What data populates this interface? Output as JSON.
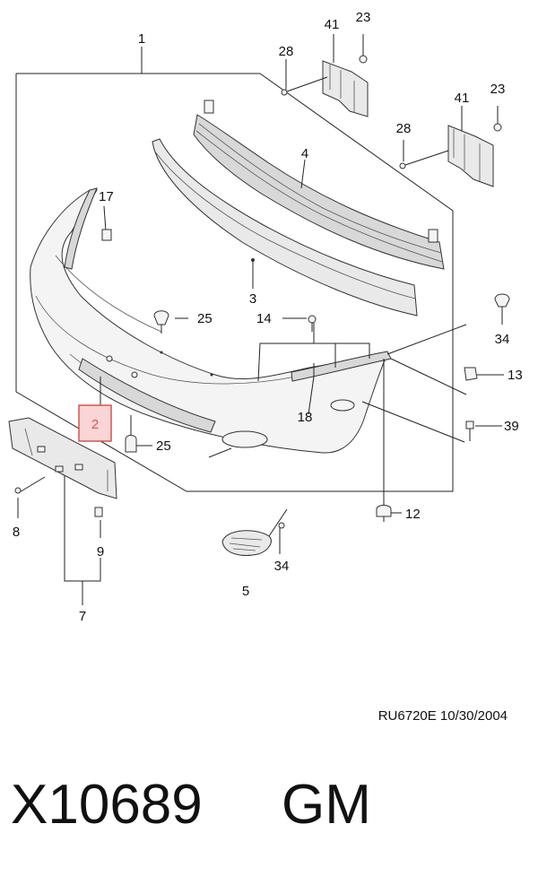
{
  "callouts": {
    "c1": "1",
    "c2": "2",
    "c3": "3",
    "c4": "4",
    "c5": "5",
    "c7": "7",
    "c8": "8",
    "c9": "9",
    "c12": "12",
    "c13": "13",
    "c14": "14",
    "c17": "17",
    "c18": "18",
    "c23a": "23",
    "c23b": "23",
    "c25a": "25",
    "c25b": "25",
    "c28a": "28",
    "c28b": "28",
    "c34a": "34",
    "c34b": "34",
    "c39": "39",
    "c41a": "41",
    "c41b": "41"
  },
  "reference": "RU6720E  10/30/2004",
  "part_number": "X10689",
  "brand": "GM",
  "colors": {
    "highlight_fill": "#f9d6d5",
    "highlight_stroke": "#d9534f",
    "highlight_text": "#d9534f"
  }
}
